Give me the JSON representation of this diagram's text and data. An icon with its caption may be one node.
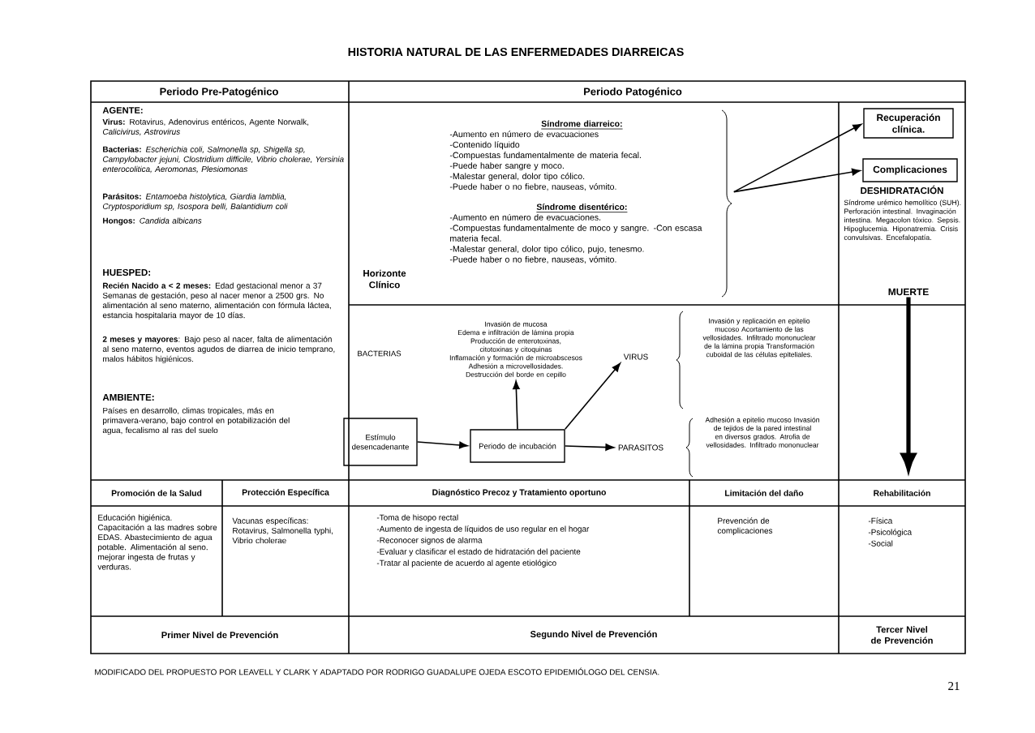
{
  "diagram": {
    "title": "HISTORIA NATURAL DE LAS ENFERMEDADES DIARREICAS",
    "nodes": [
      {
        "text": [
          "Síndrome diarreico:",
          "-Aumento en número de evacuaciones",
          "-Contenido líquido",
          "-Compuestas fundamentalmente de materia fecal.",
          "-Puede haber sangre y moco.",
          "-Malestar general, dolor tipo cólico.",
          "-Puede haber o no fiebre, nauseas, vómito.",
          "Síndrome disentérico:",
          "-Aumento en número de evacuaciones.",
          "-Compuestas fundamentalmente de moco y sangre. -Con escasa materia fecal.",
          "-Malestar general, dolor tipo cólico, pujo, tenesmo.",
          "-Puede haber o no fiebre, nauseas, vómito."
        ]
      },
      {
        "text": [
          "Recuperación clínica."
        ]
      },
      {
        "text": [
          "Complicaciones"
        ]
      },
      {
        "text": [
          "MUERTE"
        ]
      },
      {
        "text": [
          "Invasión de mucosa",
          "Edema e infiltración de lámina propia",
          "Producción de enterotoxinas, citotoxinas y citoquinas",
          "Inflamación y formación de microabscesos",
          "Adhesión a microvellosidades.",
          "Destrucción del borde en cepillo"
        ]
      },
      {
        "text": [
          "VIRUS"
        ]
      },
      {
        "text": [
          "PARASITOS"
        ]
      },
      {
        "text": [
          "Estímulo desencadenante"
        ]
      },
      {
        "text": [
          "Periodo de incubación"
        ]
      }
    ],
    "edges": [
      {
        "from": 0,
        "to": 1,
        "arrow": "to"
      },
      {
        "from": 0,
        "to": 2,
        "arrow": "to"
      },
      {
        "from": 3,
        "to": null,
        "arrow": "to",
        "style": "thick"
      },
      {
        "from": 7,
        "to": 8,
        "arrow": "to"
      },
      {
        "from": 8,
        "to": 4,
        "arrow": "to"
      },
      {
        "from": 8,
        "to": 5,
        "arrow": "to"
      },
      {
        "from": 8,
        "to": 6,
        "arrow": "to"
      }
    ],
    "labels": [
      "Periodo Pre-Patogénico",
      "Periodo Patogénico",
      "AGENTE:",
      "**Virus:** Rotavirus, Adenovirus entéricos, Agente Norwalk, *Calicivirus, Astrovirus*",
      "**Bacterias:** *Escherichia coli, Salmonella sp, Shigella sp, Campylobacter jejuni, Clostridium difficile, Vibrio cholerae, Yersinia enterocolitica, Aeromonas, Plesiomonas*",
      "**Parásitos:** *Entamoeba histolytica, Giardia lamblia, Cryptosporidium sp, Isospora belli, Balantidium coli*",
      "**Hongos:** *Candida albicans*",
      "HUESPED:",
      "**Recién Nacido a < 2 meses:** Edad gestacional menor a 37 Semanas de gestación, peso al nacer menor a 2500 grs. No alimentación al seno materno, alimentación con fórmula láctea, estancia hospitalaria mayor de 10 días.",
      "**2 meses y mayores**: Bajo peso al nacer, falta de alimentación al seno materno, eventos agudos de diarrea de inicio temprano, malos hábitos higiénicos.",
      "AMBIENTE:",
      "Países en desarrollo, climas tropicales, más en primavera-verano, bajo control en potabilización del agua, fecalismo al ras del suelo",
      "Horizonte Clínico",
      "DESHIDRATACIÓN",
      "Síndrome urémico hemolítico (SUH). Perforación intestinal. Invaginación intestina. Megacolon tóxico. Sepsis. Hipoglucemia. Hiponatremia. Crisis convulsivas. Encefalopatía.",
      "BACTERIAS",
      "Invasión y replicación en epitelio mucoso Acortamiento de las vellosidades. Infiltrado mononuclear de la lámina propia Transformación cuboidal de las células epiteliales.",
      "Adhesión a epitelio mucoso Invasión de tejidos de la pared intestinal en diversos grados. Atrofia de vellosidades. Infiltrado mononuclear",
      "Promoción de la Salud",
      "Protección Específica",
      "Diagnóstico Precoz y Tratamiento oportuno",
      "Limitación del daño",
      "Rehabilitación",
      "Educación higiénica. Capacitación a las madres sobre EDAS. Abastecimiento de agua potable. Alimentación al seno. mejorar ingesta de frutas y verduras.",
      "Vacunas específicas: Rotavirus, Salmonella typhi, Vibrio cholerae",
      "-Toma de hisopo rectal",
      "-Aumento de ingesta de líquidos de uso regular en el hogar",
      "-Reconocer signos de alarma",
      "-Evaluar y clasificar el estado de hidratación del paciente",
      "-Tratar al paciente de acuerdo al agente etiológico",
      "Prevención de complicaciones",
      "-Física",
      "-Psicológica",
      "-Social",
      "Primer Nivel de Prevención",
      "Segundo Nivel de Prevención",
      "Tercer Nivel de Prevención",
      "MODIFICADO DEL PROPUESTO POR LEAVELL Y CLARK Y ADAPTADO POR RODRIGO GUADALUPE OJEDA ESCOTO EPIDEMIÓLOGO DEL CENSIA.",
      "21"
    ]
  }
}
